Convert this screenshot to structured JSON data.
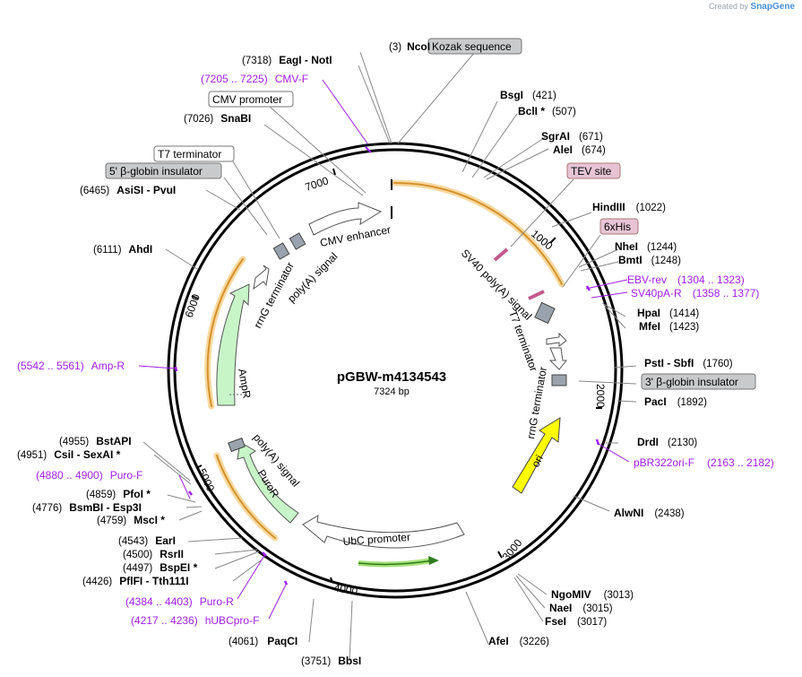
{
  "brand": {
    "created_by": "Created by",
    "name": "SnapGene"
  },
  "plasmid": {
    "name": "pGBW-m4134543",
    "size": "7324 bp",
    "length": 7324
  },
  "ticks": [
    "1000",
    "2000",
    "3000",
    "4000",
    "5000",
    "6000",
    "7000"
  ],
  "enzymes": [
    {
      "pos": "(3)",
      "name": "NcoI",
      "side": "L"
    },
    {
      "pos": "(7318)",
      "name": "EagI  -  NotI",
      "side": "L"
    },
    {
      "pos": "(7026)",
      "name": "SnaBI",
      "side": "L"
    },
    {
      "pos": "(6465)",
      "name": "AsiSI  -  PvuI",
      "side": "L"
    },
    {
      "pos": "(6111)",
      "name": "AhdI",
      "side": "L"
    },
    {
      "pos": "(421)",
      "name": "BsgI",
      "side": "R"
    },
    {
      "pos": "(507)",
      "name": "BclI *",
      "side": "R"
    },
    {
      "pos": "(671)",
      "name": "SgrAI",
      "side": "R"
    },
    {
      "pos": "(674)",
      "name": "AleI",
      "side": "R"
    },
    {
      "pos": "(1022)",
      "name": "HindIII",
      "side": "R"
    },
    {
      "pos": "(1244)",
      "name": "NheI",
      "side": "R"
    },
    {
      "pos": "(1248)",
      "name": "BmtI",
      "side": "R"
    },
    {
      "pos": "(1414)",
      "name": "HpaI",
      "side": "R"
    },
    {
      "pos": "(1423)",
      "name": "MfeI",
      "side": "R"
    },
    {
      "pos": "(1760)",
      "name": "PstI  -  SbfI",
      "side": "R"
    },
    {
      "pos": "(1892)",
      "name": "PacI",
      "side": "R"
    },
    {
      "pos": "(2130)",
      "name": "DrdI",
      "side": "R"
    },
    {
      "pos": "(2438)",
      "name": "AlwNI",
      "side": "R"
    },
    {
      "pos": "(3013)",
      "name": "NgoMIV",
      "side": "R"
    },
    {
      "pos": "(3015)",
      "name": "NaeI",
      "side": "R"
    },
    {
      "pos": "(3017)",
      "name": "FseI",
      "side": "R"
    },
    {
      "pos": "(3226)",
      "name": "AfeI",
      "side": "R"
    },
    {
      "pos": "(3751)",
      "name": "BbsI",
      "side": "L"
    },
    {
      "pos": "(4061)",
      "name": "PaqCI",
      "side": "L"
    },
    {
      "pos": "(4426)",
      "name": "PflFI  -  Tth111I",
      "side": "L"
    },
    {
      "pos": "(4497)",
      "name": "BspEI *",
      "side": "L"
    },
    {
      "pos": "(4500)",
      "name": "RsrII",
      "side": "L"
    },
    {
      "pos": "(4543)",
      "name": "EarI",
      "side": "L"
    },
    {
      "pos": "(4759)",
      "name": "MscI *",
      "side": "L"
    },
    {
      "pos": "(4776)",
      "name": "BsmBI  -  Esp3I",
      "side": "L"
    },
    {
      "pos": "(4859)",
      "name": "PfoI *",
      "side": "L"
    },
    {
      "pos": "(4951)",
      "name": "CsiI  -  SexAI *",
      "side": "L"
    },
    {
      "pos": "(4955)",
      "name": "BstAPI",
      "side": "L"
    }
  ],
  "primers": [
    {
      "range": "(7205 .. 7225)",
      "name": "CMV-F",
      "side": "L"
    },
    {
      "range": "(1304 .. 1323)",
      "name": "EBV-rev",
      "side": "R"
    },
    {
      "range": "(1358 .. 1377)",
      "name": "SV40pA-R",
      "side": "R"
    },
    {
      "range": "(2163 .. 2182)",
      "name": "pBR322ori-F",
      "side": "R"
    },
    {
      "range": "(5542 .. 5561)",
      "name": "Amp-R",
      "side": "L"
    },
    {
      "range": "(4880 .. 4900)",
      "name": "Puro-F",
      "side": "L"
    },
    {
      "range": "(4384 .. 4403)",
      "name": "Puro-R",
      "side": "L"
    },
    {
      "range": "(4217 .. 4236)",
      "name": "hUBCpro-F",
      "side": "L"
    }
  ],
  "boxed_labels": [
    {
      "text": "Kozak sequence",
      "style": "gray"
    },
    {
      "text": "CMV promoter",
      "style": "white"
    },
    {
      "text": "T7 terminator",
      "style": "white"
    },
    {
      "text": "5' β-globin insulator",
      "style": "gray"
    },
    {
      "text": "TEV site",
      "style": "pink"
    },
    {
      "text": "6xHis",
      "style": "pink"
    },
    {
      "text": "3' β-globin insulator",
      "style": "gray"
    }
  ],
  "features": [
    {
      "label": "CMV enhancer",
      "color": "#ffffff"
    },
    {
      "label": "SV40 poly(A) signal",
      "color": "#ffffff"
    },
    {
      "label": "T7 terminator",
      "color": "#ffffff"
    },
    {
      "label": "rrnG terminator",
      "color": "#ffffff"
    },
    {
      "label": "ori",
      "color": "#ffff00"
    },
    {
      "label": "UbC promoter",
      "color": "#ffffff"
    },
    {
      "label": "PuroR",
      "color": "#c8f5c8"
    },
    {
      "label": "poly(A) signal",
      "color": "#ffffff"
    },
    {
      "label": "AmpR",
      "color": "#c8f5c8"
    },
    {
      "label": "rrnG terminator",
      "color": "#ffffff"
    },
    {
      "label": "poly(A) signal",
      "color": "#ffffff"
    }
  ],
  "colors": {
    "primer": "#a020f0",
    "orf": "#e8b04a",
    "backbone": "#000000"
  }
}
